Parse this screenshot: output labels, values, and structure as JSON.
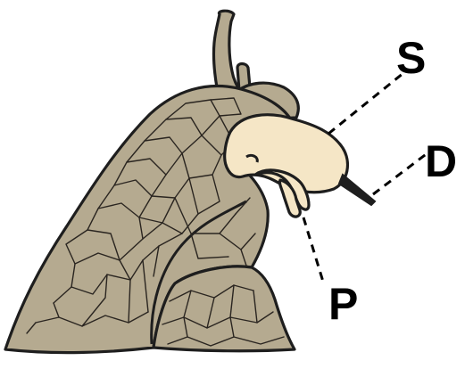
{
  "labels": {
    "s": "S",
    "d": "D",
    "p": "P"
  },
  "colors": {
    "body": "#b5aa90",
    "organ": "#f5e6c6",
    "outline": "#1e1e1e",
    "background": "#ffffff"
  }
}
